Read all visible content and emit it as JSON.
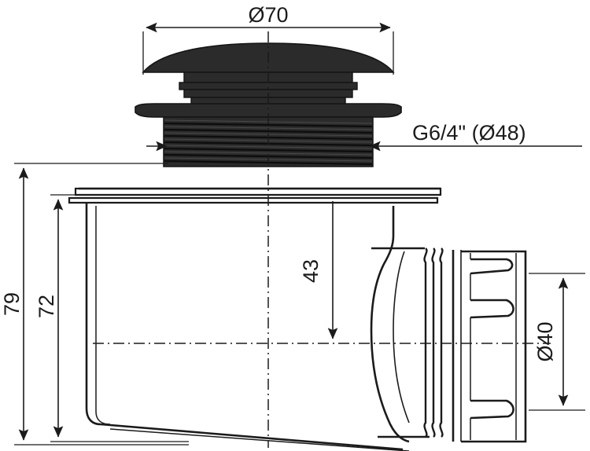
{
  "drawing": {
    "type": "technical-section-drawing",
    "subject": "shower-tray-waste-trap-with-cap",
    "background_color": "#ffffff",
    "line_color": "#1b1b1b",
    "fill_color": "#2b2b2b",
    "dimension_color": "#1b1b1b"
  },
  "dimensions": {
    "cap_diameter": {
      "label": "Ø70",
      "value": 70,
      "symbol": "Ø",
      "orientation": "horizontal",
      "position": "top"
    },
    "thread": {
      "label": "G6/4\" (Ø48)",
      "thread_spec": "G6/4\"",
      "nominal_diameter": 48,
      "orientation": "horizontal",
      "position": "upper-right"
    },
    "total_height": {
      "label": "79",
      "value": 79,
      "orientation": "vertical",
      "position": "left-outer"
    },
    "body_height": {
      "label": "72",
      "value": 72,
      "orientation": "vertical",
      "position": "left-inner"
    },
    "outlet_centre_height": {
      "label": "43",
      "value": 43,
      "orientation": "vertical",
      "position": "centre"
    },
    "outlet_diameter": {
      "label": "Ø40",
      "value": 40,
      "symbol": "Ø",
      "orientation": "vertical",
      "position": "right"
    }
  },
  "annotations": {
    "centreline_horizontal": "dash-dot",
    "centreline_vertical": "dash-dot"
  }
}
